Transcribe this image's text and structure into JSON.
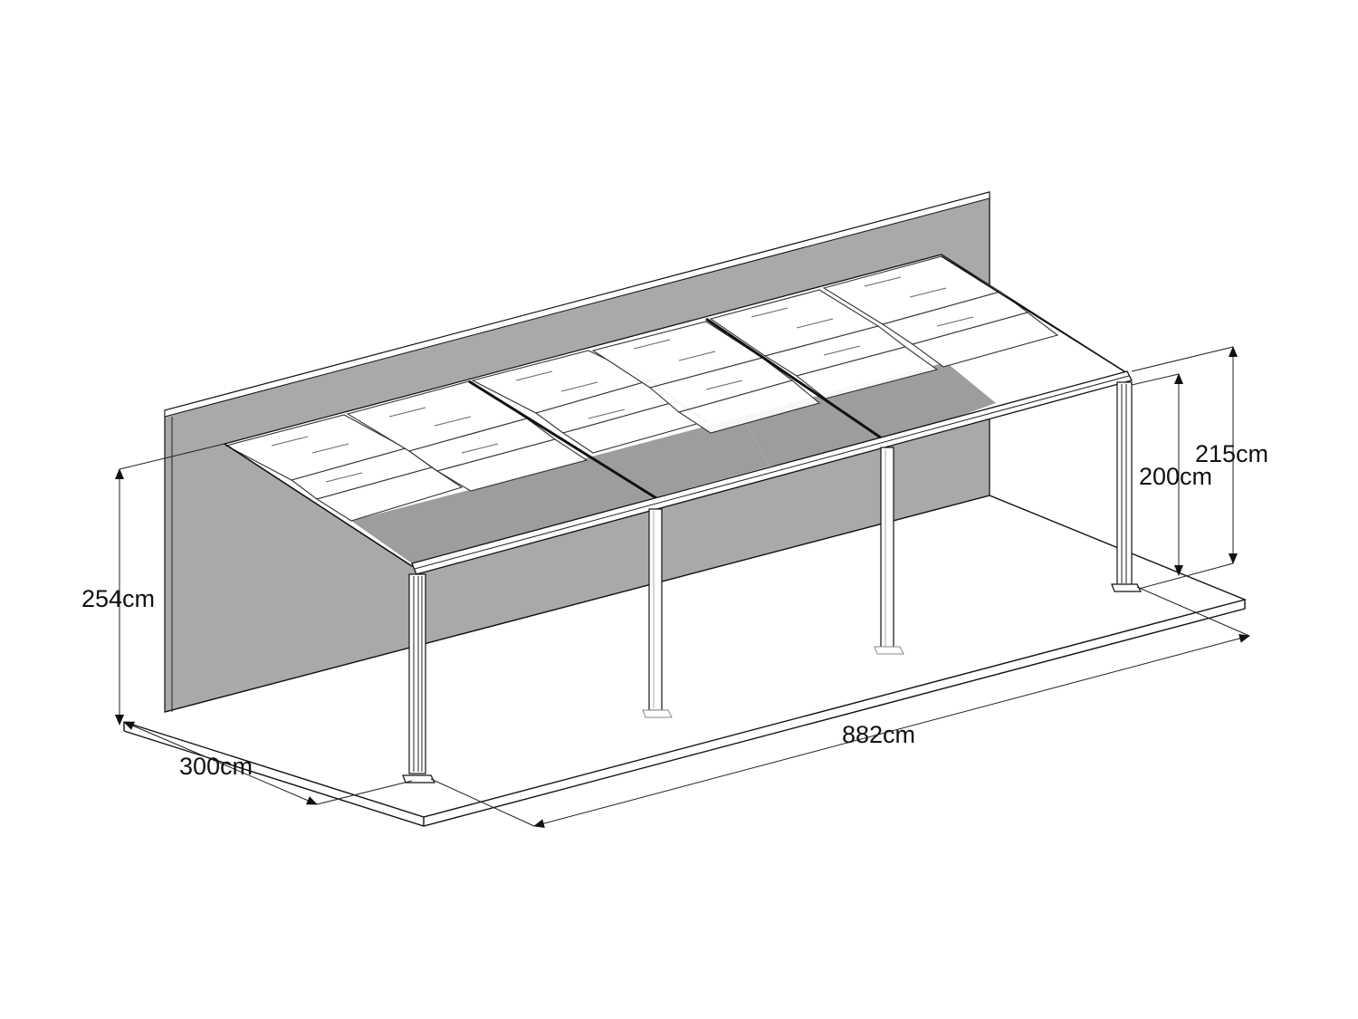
{
  "dimensions": {
    "total_height": "254cm",
    "depth": "300cm",
    "width": "882cm",
    "front_height_outer": "215cm",
    "front_height_inner": "200cm"
  }
}
